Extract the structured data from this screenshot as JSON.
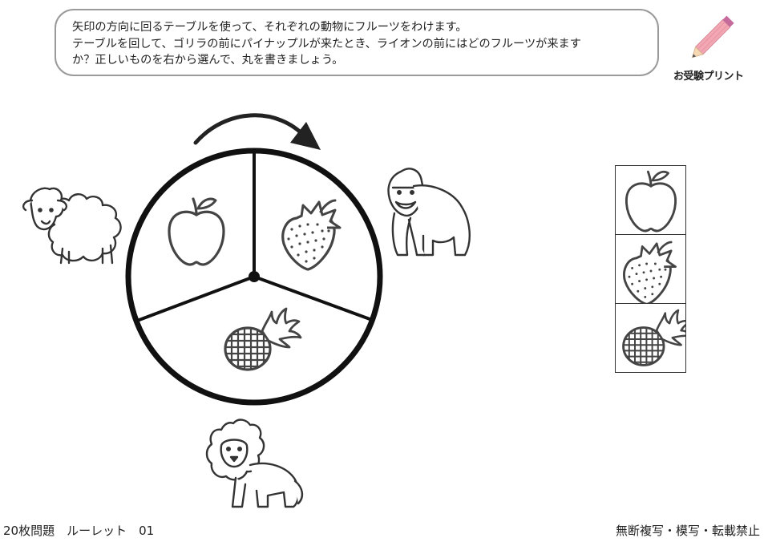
{
  "instructions": {
    "line1": "矢印の方向に回るテーブルを使って、それぞれの動物にフルーツをわけます。",
    "line2": "テーブルを回して、ゴリラの前にパイナップルが来たとき、ライオンの前にはどのフルーツが来ます",
    "line3": "か？正しいものを右から選んで、丸を書きましょう。"
  },
  "brand": "お受験プリント",
  "footer": {
    "left": "20枚問題　ルーレット　01",
    "right": "無断複写・模写・転載禁止"
  },
  "table": {
    "rotation": "clockwise",
    "segments": [
      "apple",
      "strawberry",
      "pineapple"
    ]
  },
  "animals": [
    "sheep",
    "gorilla",
    "lion"
  ],
  "choices": [
    "apple",
    "strawberry",
    "pineapple"
  ],
  "colors": {
    "ink": "#222222",
    "line_art": "#444444",
    "border": "#9a9a9a",
    "pencil_body": "#f2a7b3",
    "pencil_tip": "#c56b9c"
  }
}
